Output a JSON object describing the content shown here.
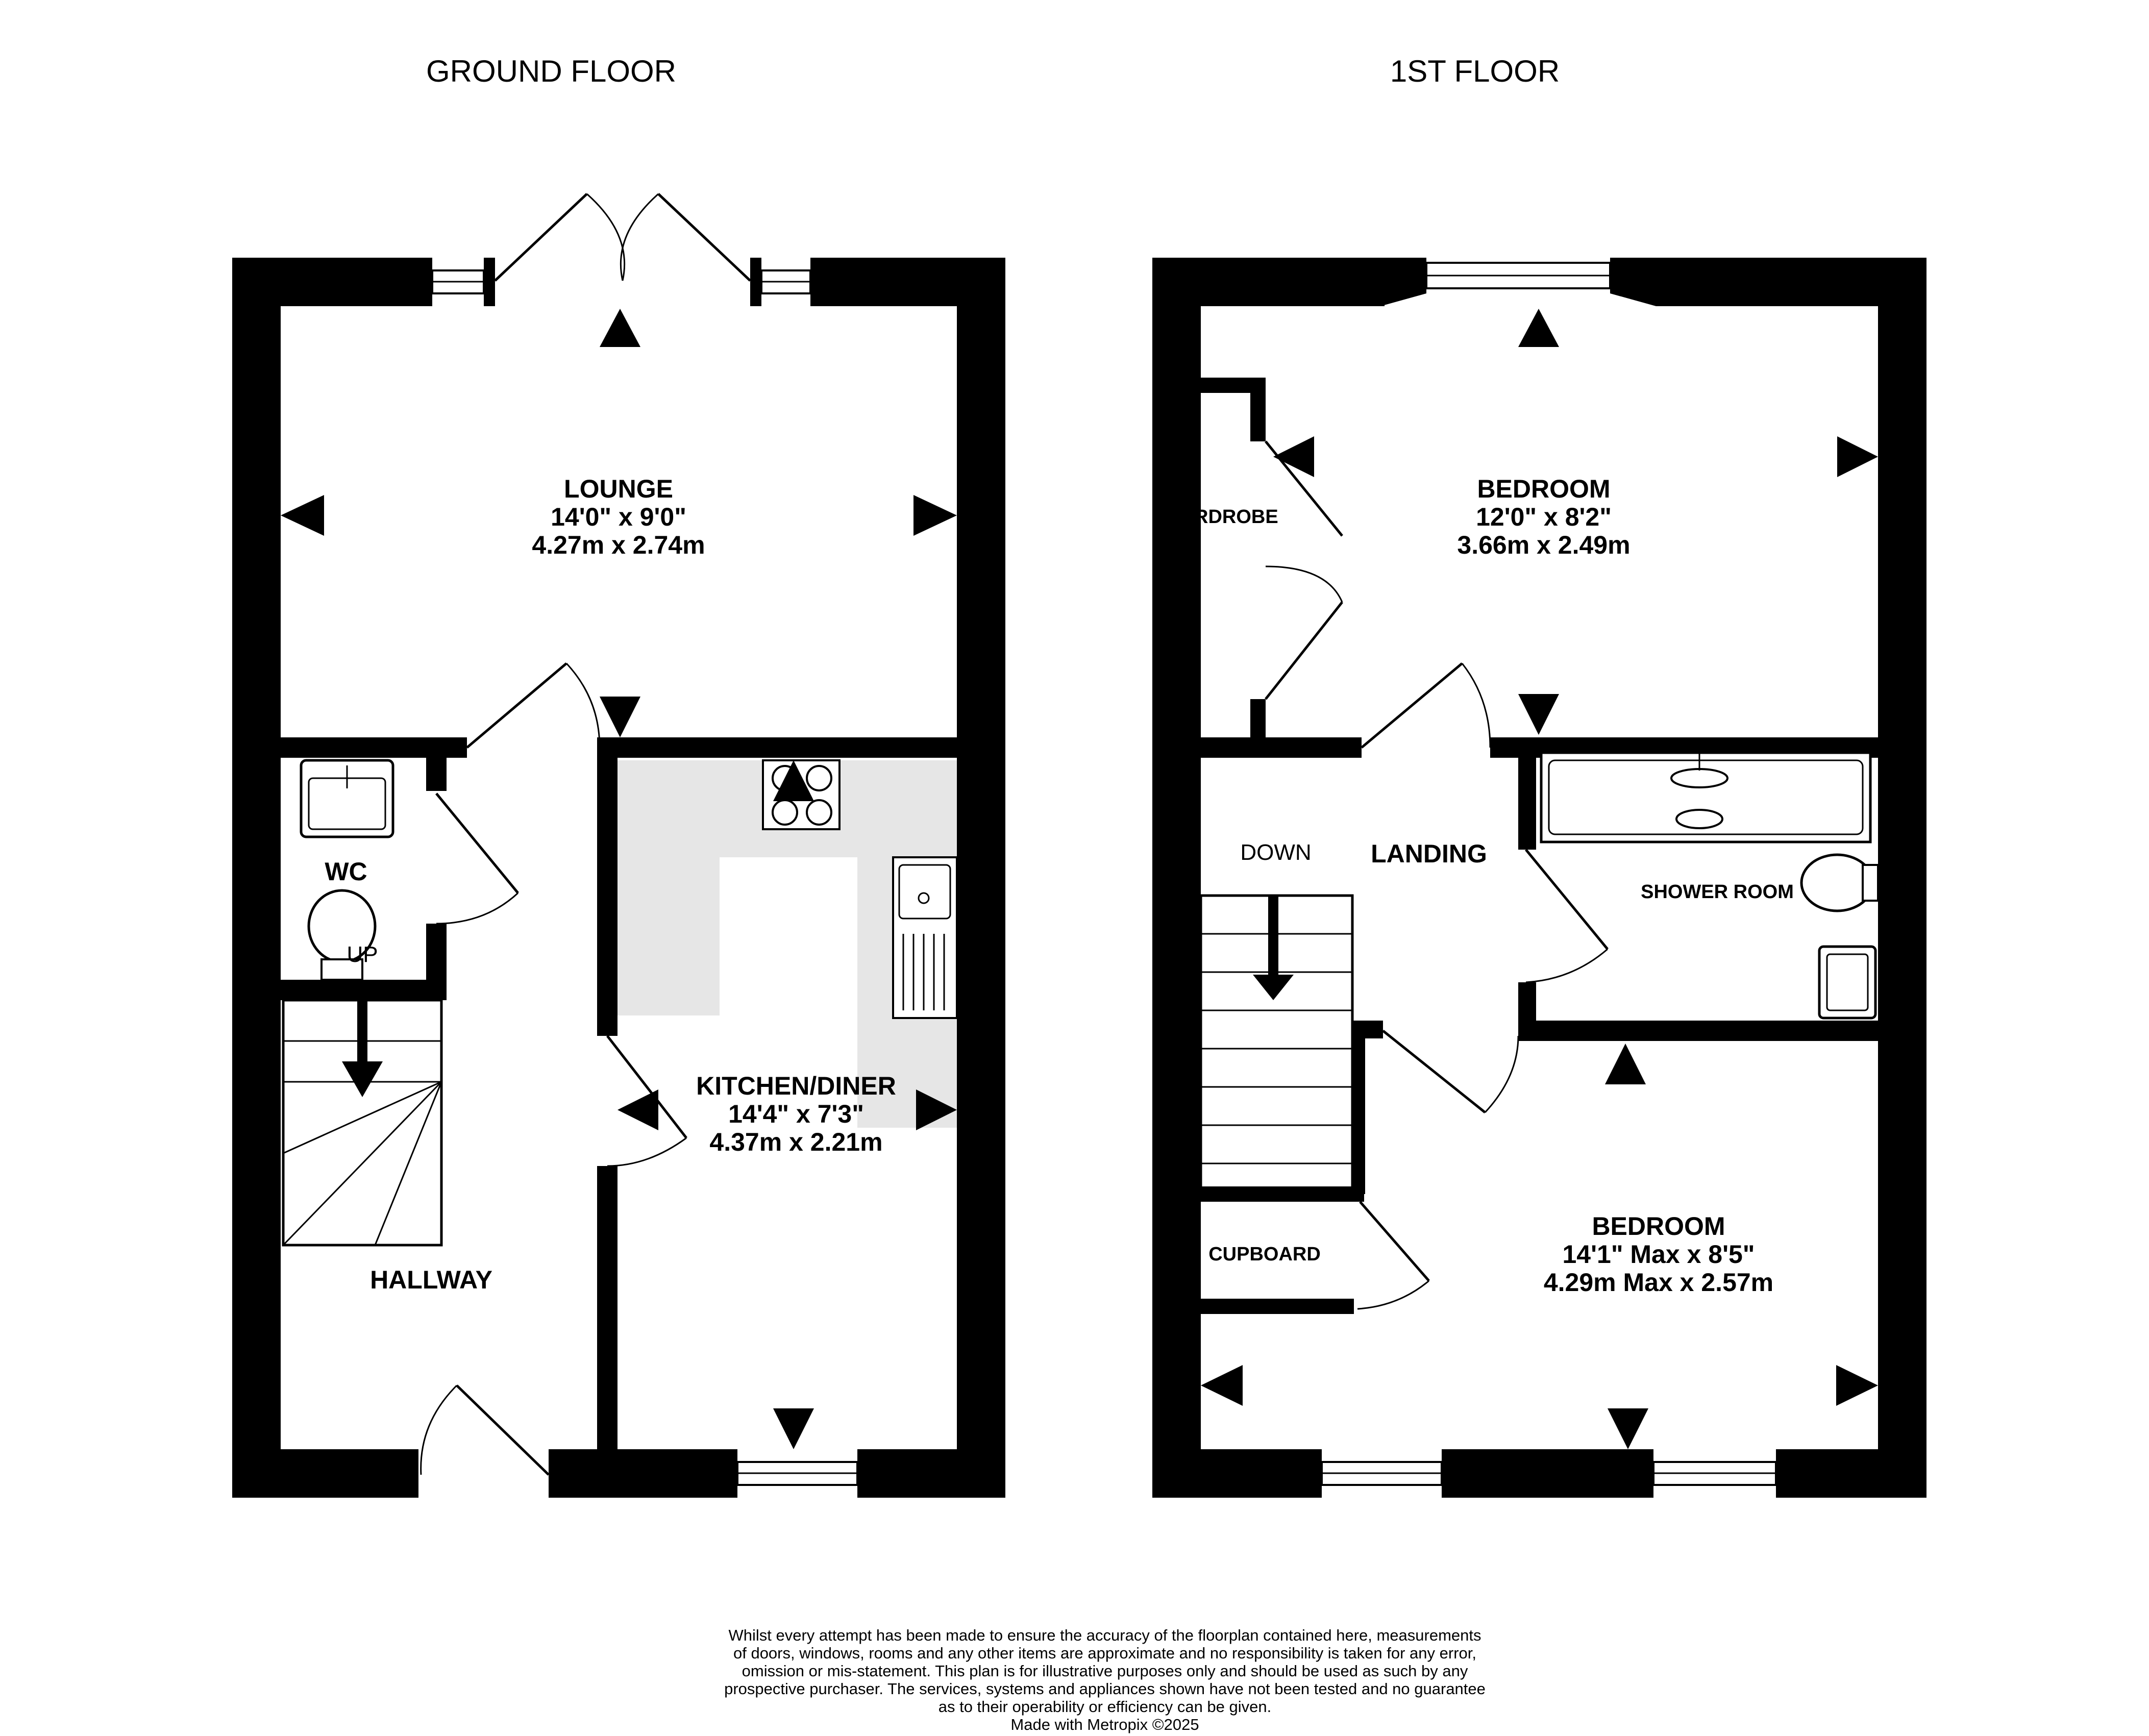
{
  "floors": [
    {
      "title": "GROUND FLOOR"
    },
    {
      "title": "1ST FLOOR"
    }
  ],
  "rooms": {
    "lounge": {
      "name": "LOUNGE",
      "imperial": "14'0\"  x 9'0\"",
      "metric": "4.27m  x 2.74m"
    },
    "kitchen": {
      "name": "KITCHEN/DINER",
      "imperial": "14'4\"  x 7'3\"",
      "metric": "4.37m  x 2.21m"
    },
    "wc": {
      "name": "WC"
    },
    "hallway": {
      "name": "HALLWAY"
    },
    "bedroom1": {
      "name": "BEDROOM",
      "imperial": "12'0\"  x 8'2\"",
      "metric": "3.66m  x 2.49m"
    },
    "bedroom2": {
      "name": "BEDROOM",
      "imperial": "14'1\" Max x 8'5\"",
      "metric": "4.29m Max x 2.57m"
    },
    "landing": {
      "name": "LANDING"
    },
    "shower": {
      "name": "SHOWER ROOM"
    },
    "wardrobe": {
      "name": "RDROBE"
    },
    "cupboard": {
      "name": "CUPBOARD"
    }
  },
  "stairs": {
    "up_label": "UP",
    "down_label": "DOWN"
  },
  "disclaimer": {
    "lines": [
      "Whilst every attempt has been made to ensure the accuracy of the floorplan contained here, measurements",
      "of doors, windows, rooms and any other items are approximate and no responsibility is taken for any error,",
      "omission or mis-statement. This plan is for illustrative purposes only and should be used as such by any",
      "prospective purchaser. The services, systems and appliances shown have not been tested and no guarantee",
      "as to their operability or efficiency can be given.",
      "Made with Metropix ©2025"
    ]
  },
  "colors": {
    "wall": "#000000",
    "kitchen_counter": "#e6e6e6",
    "background": "#ffffff"
  }
}
